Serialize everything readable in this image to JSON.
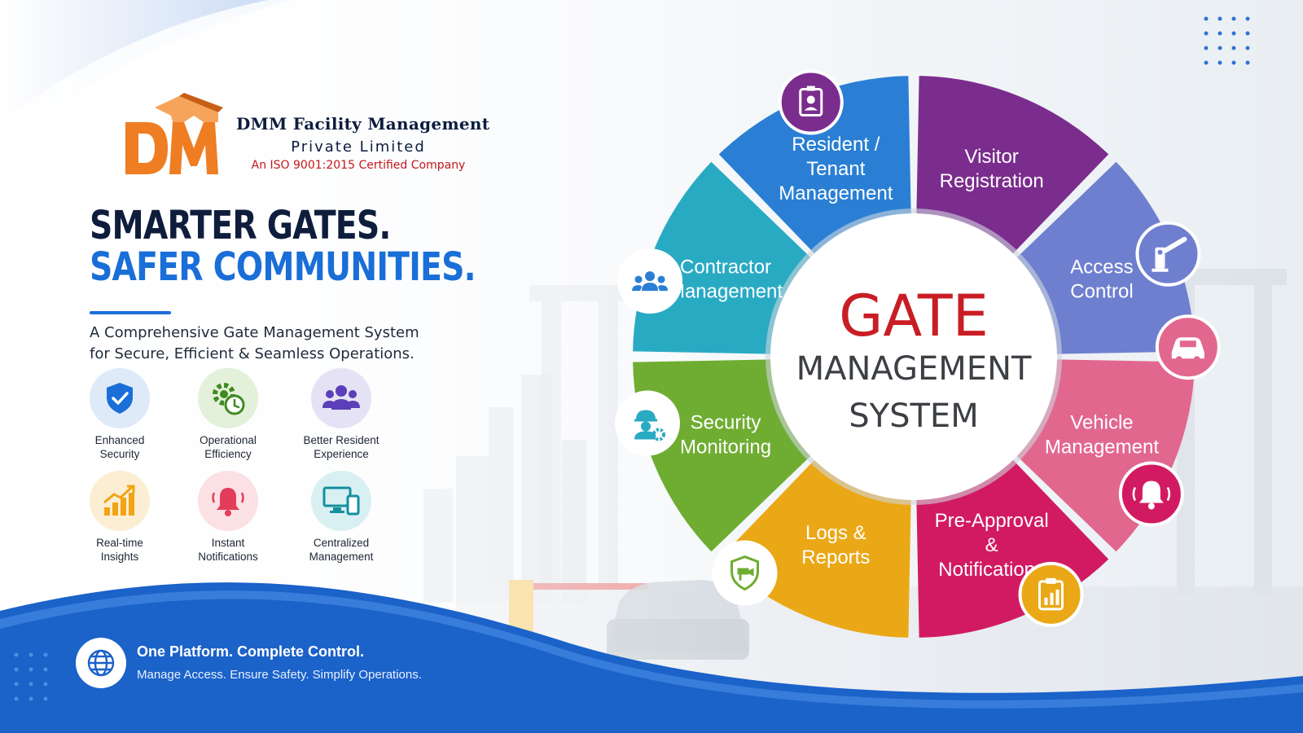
{
  "brand": {
    "logo_letters": "DM",
    "company_name": "DMM Facility Management",
    "company_suffix": "Private Limited",
    "certification": "An ISO 9001:2015 Certified Company",
    "logo_color": "#ef7d22"
  },
  "hero": {
    "headline_line1": "SMARTER GATES.",
    "headline_line2": "SAFER COMMUNITIES.",
    "tagline_line1": "A Comprehensive Gate Management System",
    "tagline_line2": "for Secure, Efficient & Seamless Operations."
  },
  "features": [
    {
      "label_line1": "Enhanced",
      "label_line2": "Security",
      "icon": "shield-check-icon",
      "color": "#1a6ed8"
    },
    {
      "label_line1": "Operational",
      "label_line2": "Efficiency",
      "icon": "gear-clock-icon",
      "color": "#4c9a2a"
    },
    {
      "label_line1": "Better Resident",
      "label_line2": "Experience",
      "icon": "group-icon",
      "color": "#5b3fb8"
    },
    {
      "label_line1": "Real-time",
      "label_line2": "Insights",
      "icon": "bar-chart-icon",
      "color": "#f2a414"
    },
    {
      "label_line1": "Instant",
      "label_line2": "Notifications",
      "icon": "bell-icon",
      "color": "#e23d5a"
    },
    {
      "label_line1": "Centralized",
      "label_line2": "Management",
      "icon": "devices-icon",
      "color": "#148f9e"
    }
  ],
  "footer": {
    "title": "One Platform. Complete Control.",
    "subtitle": "Manage Access. Ensure Safety. Simplify Operations.",
    "icon": "globe-icon"
  },
  "wheel": {
    "center_title": "GATE",
    "center_line2": "MANAGEMENT",
    "center_line3": "SYSTEM",
    "segments": [
      {
        "lines": [
          "Visitor",
          "Registration"
        ],
        "color": "#7b2d8e",
        "icon": "id-badge-icon"
      },
      {
        "lines": [
          "Access",
          "Control"
        ],
        "color": "#6f7fcf",
        "icon": "boom-barrier-icon"
      },
      {
        "lines": [
          "Vehicle",
          "Management"
        ],
        "color": "#e2678f",
        "icon": "car-icon"
      },
      {
        "lines": [
          "Pre-Approval",
          "&",
          "Notifications"
        ],
        "color": "#d21a62",
        "icon": "bell-ring-icon"
      },
      {
        "lines": [
          "Logs &",
          "Reports"
        ],
        "color": "#eaa817",
        "icon": "clipboard-chart-icon"
      },
      {
        "lines": [
          "Security",
          "Monitoring"
        ],
        "color": "#6fad32",
        "icon": "shield-camera-icon"
      },
      {
        "lines": [
          "Contractor",
          "Management"
        ],
        "color": "#29aac3",
        "icon": "worker-gear-icon"
      },
      {
        "lines": [
          "Resident /",
          "Tenant",
          "Management"
        ],
        "color": "#2a7fd4",
        "icon": "people-icon"
      }
    ]
  }
}
